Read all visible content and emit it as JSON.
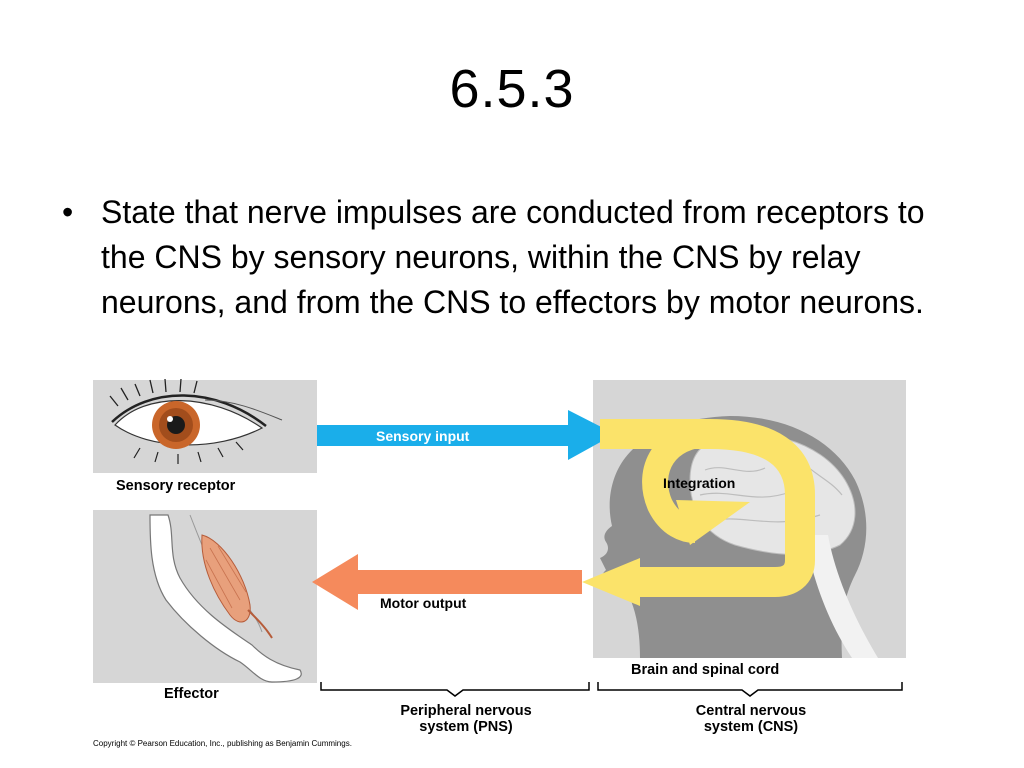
{
  "slide": {
    "title": "6.5.3",
    "bullets": [
      "State that nerve impulses are conducted from receptors to the CNS by sensory neurons, within the CNS by relay neurons, and from the CNS to effectors by motor neurons."
    ]
  },
  "figure": {
    "sensory_input": "Sensory input",
    "integration": "Integration",
    "motor_output": "Motor output",
    "sensory_receptor": "Sensory receptor",
    "effector": "Effector",
    "brain_spinal_cord": "Brain and spinal cord",
    "pns_line1": "Peripheral nervous",
    "pns_line2": "system (PNS)",
    "cns_line1": "Central nervous",
    "cns_line2": "system (CNS)",
    "copyright": "Copyright © Pearson Education, Inc., publishing as Benjamin Cummings.",
    "colors": {
      "sensory_arrow": "#1aaeea",
      "motor_arrow": "#f58a5c",
      "integration_loop": "#fbe36a",
      "panel_bg": "#d6d6d6",
      "head_silhouette": "#8f8f8f"
    }
  }
}
